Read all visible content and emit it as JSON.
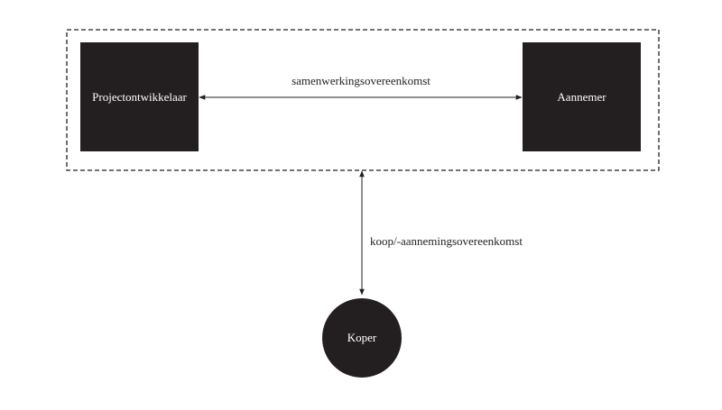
{
  "nodes": {
    "developer": {
      "label": "Projectontwikkelaar",
      "shape": "square",
      "color": "#231f20"
    },
    "contractor": {
      "label": "Aannemer",
      "shape": "square",
      "color": "#231f20"
    },
    "buyer": {
      "label": "Koper",
      "shape": "circle",
      "color": "#231f20"
    }
  },
  "edges": {
    "cooperation": {
      "label": "samenwerkingsovereenkomst",
      "from": "developer",
      "to": "contractor",
      "direction": "both"
    },
    "purchase": {
      "label": "koop/-aannemingsovereenkomst",
      "from": "partnership-group",
      "to": "buyer",
      "direction": "both"
    }
  },
  "group": {
    "style": "dashed",
    "members": [
      "developer",
      "contractor"
    ]
  },
  "colors": {
    "node_fill": "#231f20",
    "node_text": "#ffffff",
    "line": "#231f20",
    "background": "#ffffff"
  }
}
